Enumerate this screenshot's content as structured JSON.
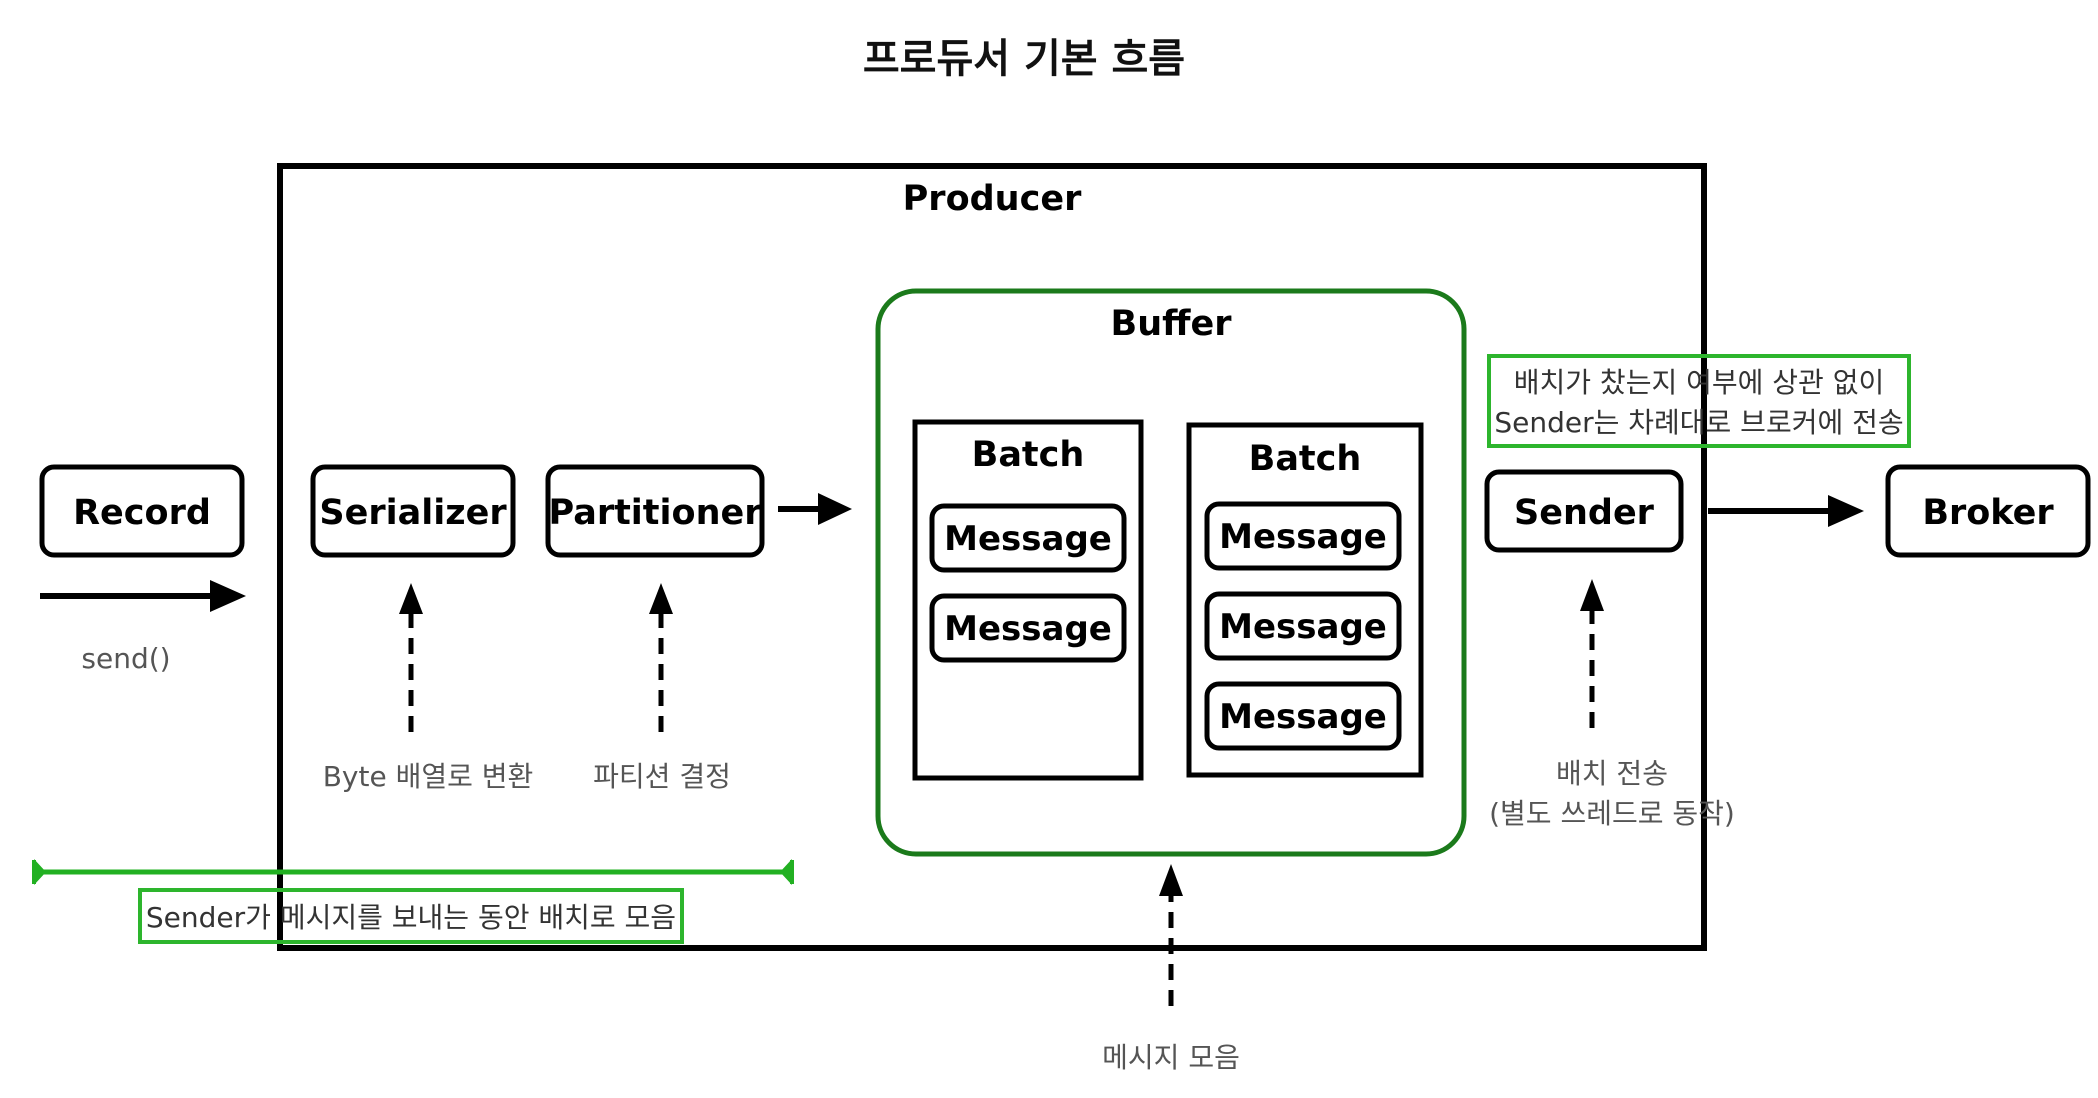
{
  "title": "프로듀서 기본 흐름",
  "producer": {
    "label": "Producer"
  },
  "buffer": {
    "label": "Buffer"
  },
  "record": {
    "label": "Record",
    "call_label": "send()"
  },
  "serializer": {
    "label": "Serializer",
    "note": "Byte 배열로 변환"
  },
  "partitioner": {
    "label": "Partitioner",
    "note": "파티션 결정"
  },
  "batches": [
    {
      "label": "Batch",
      "messages": [
        "Message",
        "Message"
      ]
    },
    {
      "label": "Batch",
      "messages": [
        "Message",
        "Message",
        "Message"
      ]
    }
  ],
  "buffer_note": "메시지 모음",
  "sender": {
    "label": "Sender",
    "note_line1": "배치 전송",
    "note_line2": "(별도 쓰레드로 동작)",
    "callout_line1": "배치가 찼는지 여부에 상관 없이",
    "callout_line2": "Sender는 차례대로 브로커에 전송"
  },
  "broker": {
    "label": "Broker"
  },
  "accumulate_note": "Sender가 메시지를 보내는 동안 배치로 모음",
  "colors": {
    "stroke": "#000000",
    "buffer_border": "#1b7a1b",
    "callout_border": "#2db52d",
    "range_line": "#22b022",
    "note_text": "#555555"
  }
}
